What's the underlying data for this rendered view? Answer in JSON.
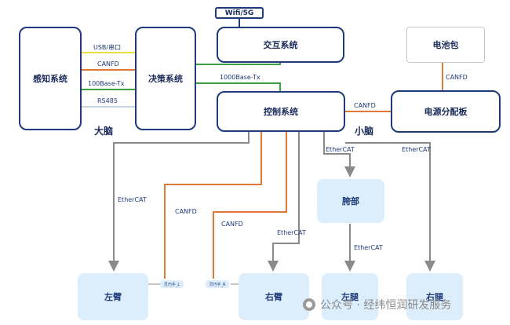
{
  "nodes": {
    "perception": "感知系统",
    "decision": "决策系统",
    "interaction": "交互系统",
    "wifi": "Wifi/5G",
    "control": "控制系统",
    "battery": "电池包",
    "power": "电源分配板",
    "waist": "胯部",
    "left_arm": "左臂",
    "right_arm": "右臂",
    "left_leg": "左腿",
    "right_leg": "右腿",
    "hand_left": "灵巧手_L",
    "hand_right": "灵巧手_R"
  },
  "groups": {
    "big_brain": "大脑",
    "small_brain": "小脑"
  },
  "links": {
    "usb": "USB/串口",
    "canfd_pd": "CANFD",
    "eth_pd": "100Base-Tx",
    "rs485": "RS485",
    "eth_1000": "1000Base-Tx",
    "canfd_ctrl_power": "CANFD",
    "canfd_battery": "CANFD",
    "ethercat_waist": "EtherCAT",
    "ethercat_right_leg": "EtherCAT",
    "ethercat_left_arm": "EtherCAT",
    "canfd_hand_l": "CANFD",
    "canfd_hand_r": "CANFD",
    "ethercat_right_arm": "EtherCAT",
    "ethercat_left_leg": "EtherCAT"
  },
  "colors": {
    "usb_line": "#e8e040",
    "canfd_line": "#e07838",
    "ethernet_line": "#3ca040",
    "rs485_line": "#c8d4e4",
    "ethercat_line": "#8a8a8a",
    "wifi_line": "#1f3a78",
    "border": "#1f3a78",
    "part_fill": "#dceefb"
  },
  "watermark": "公众号 · 经纬恒润研发服务"
}
